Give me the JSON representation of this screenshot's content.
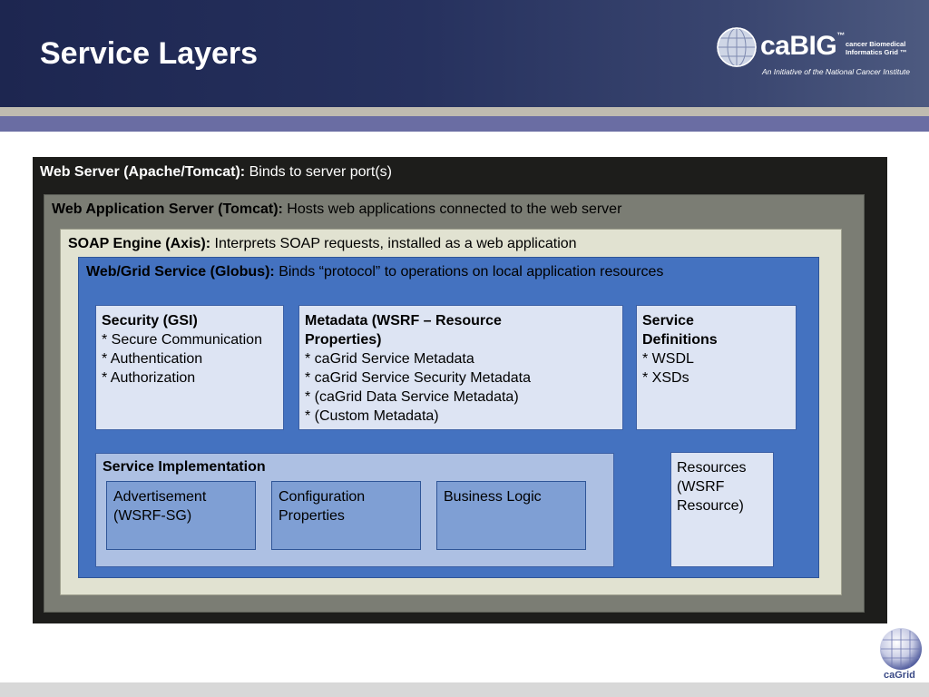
{
  "slide": {
    "title": "Service Layers"
  },
  "logo": {
    "brand": "caBIG",
    "trademark": "™",
    "sub_line1": "cancer Biomedical",
    "sub_line2": "Informatics Grid ™",
    "tagline": "An Initiative of the National Cancer Institute"
  },
  "layers": {
    "web_server": {
      "name": "Web Server (Apache/Tomcat):",
      "desc": " Binds to server port(s)"
    },
    "web_app_server": {
      "name": "Web Application Server (Tomcat):",
      "desc": " Hosts web applications connected to the web server"
    },
    "soap_engine": {
      "name": "SOAP Engine (Axis):",
      "desc": " Interprets SOAP requests, installed as a web application"
    },
    "grid_service": {
      "name": "Web/Grid Service (Globus):",
      "desc": " Binds “protocol” to operations on local application resources"
    }
  },
  "security": {
    "title": "Security (GSI)",
    "items": [
      "* Secure Communication",
      "* Authentication",
      "* Authorization"
    ]
  },
  "metadata": {
    "title_line1": "Metadata (WSRF – Resource",
    "title_line2": "Properties)",
    "items": [
      "* caGrid Service Metadata",
      "* caGrid Service Security Metadata",
      "* (caGrid Data Service Metadata)",
      "* (Custom Metadata)"
    ]
  },
  "service_definitions": {
    "title_line1": "Service",
    "title_line2": "Definitions",
    "items": [
      "* WSDL",
      "* XSDs"
    ]
  },
  "service_implementation": {
    "title": "Service Implementation",
    "components": [
      {
        "line1": "Advertisement",
        "line2": "(WSRF-SG)"
      },
      {
        "line1": "Configuration",
        "line2": "Properties"
      },
      {
        "line1": "Business Logic",
        "line2": ""
      }
    ]
  },
  "resources": {
    "line1": "Resources",
    "line2": "(WSRF",
    "line3": "Resource)"
  },
  "footer_logo": {
    "label": "caGrid"
  }
}
